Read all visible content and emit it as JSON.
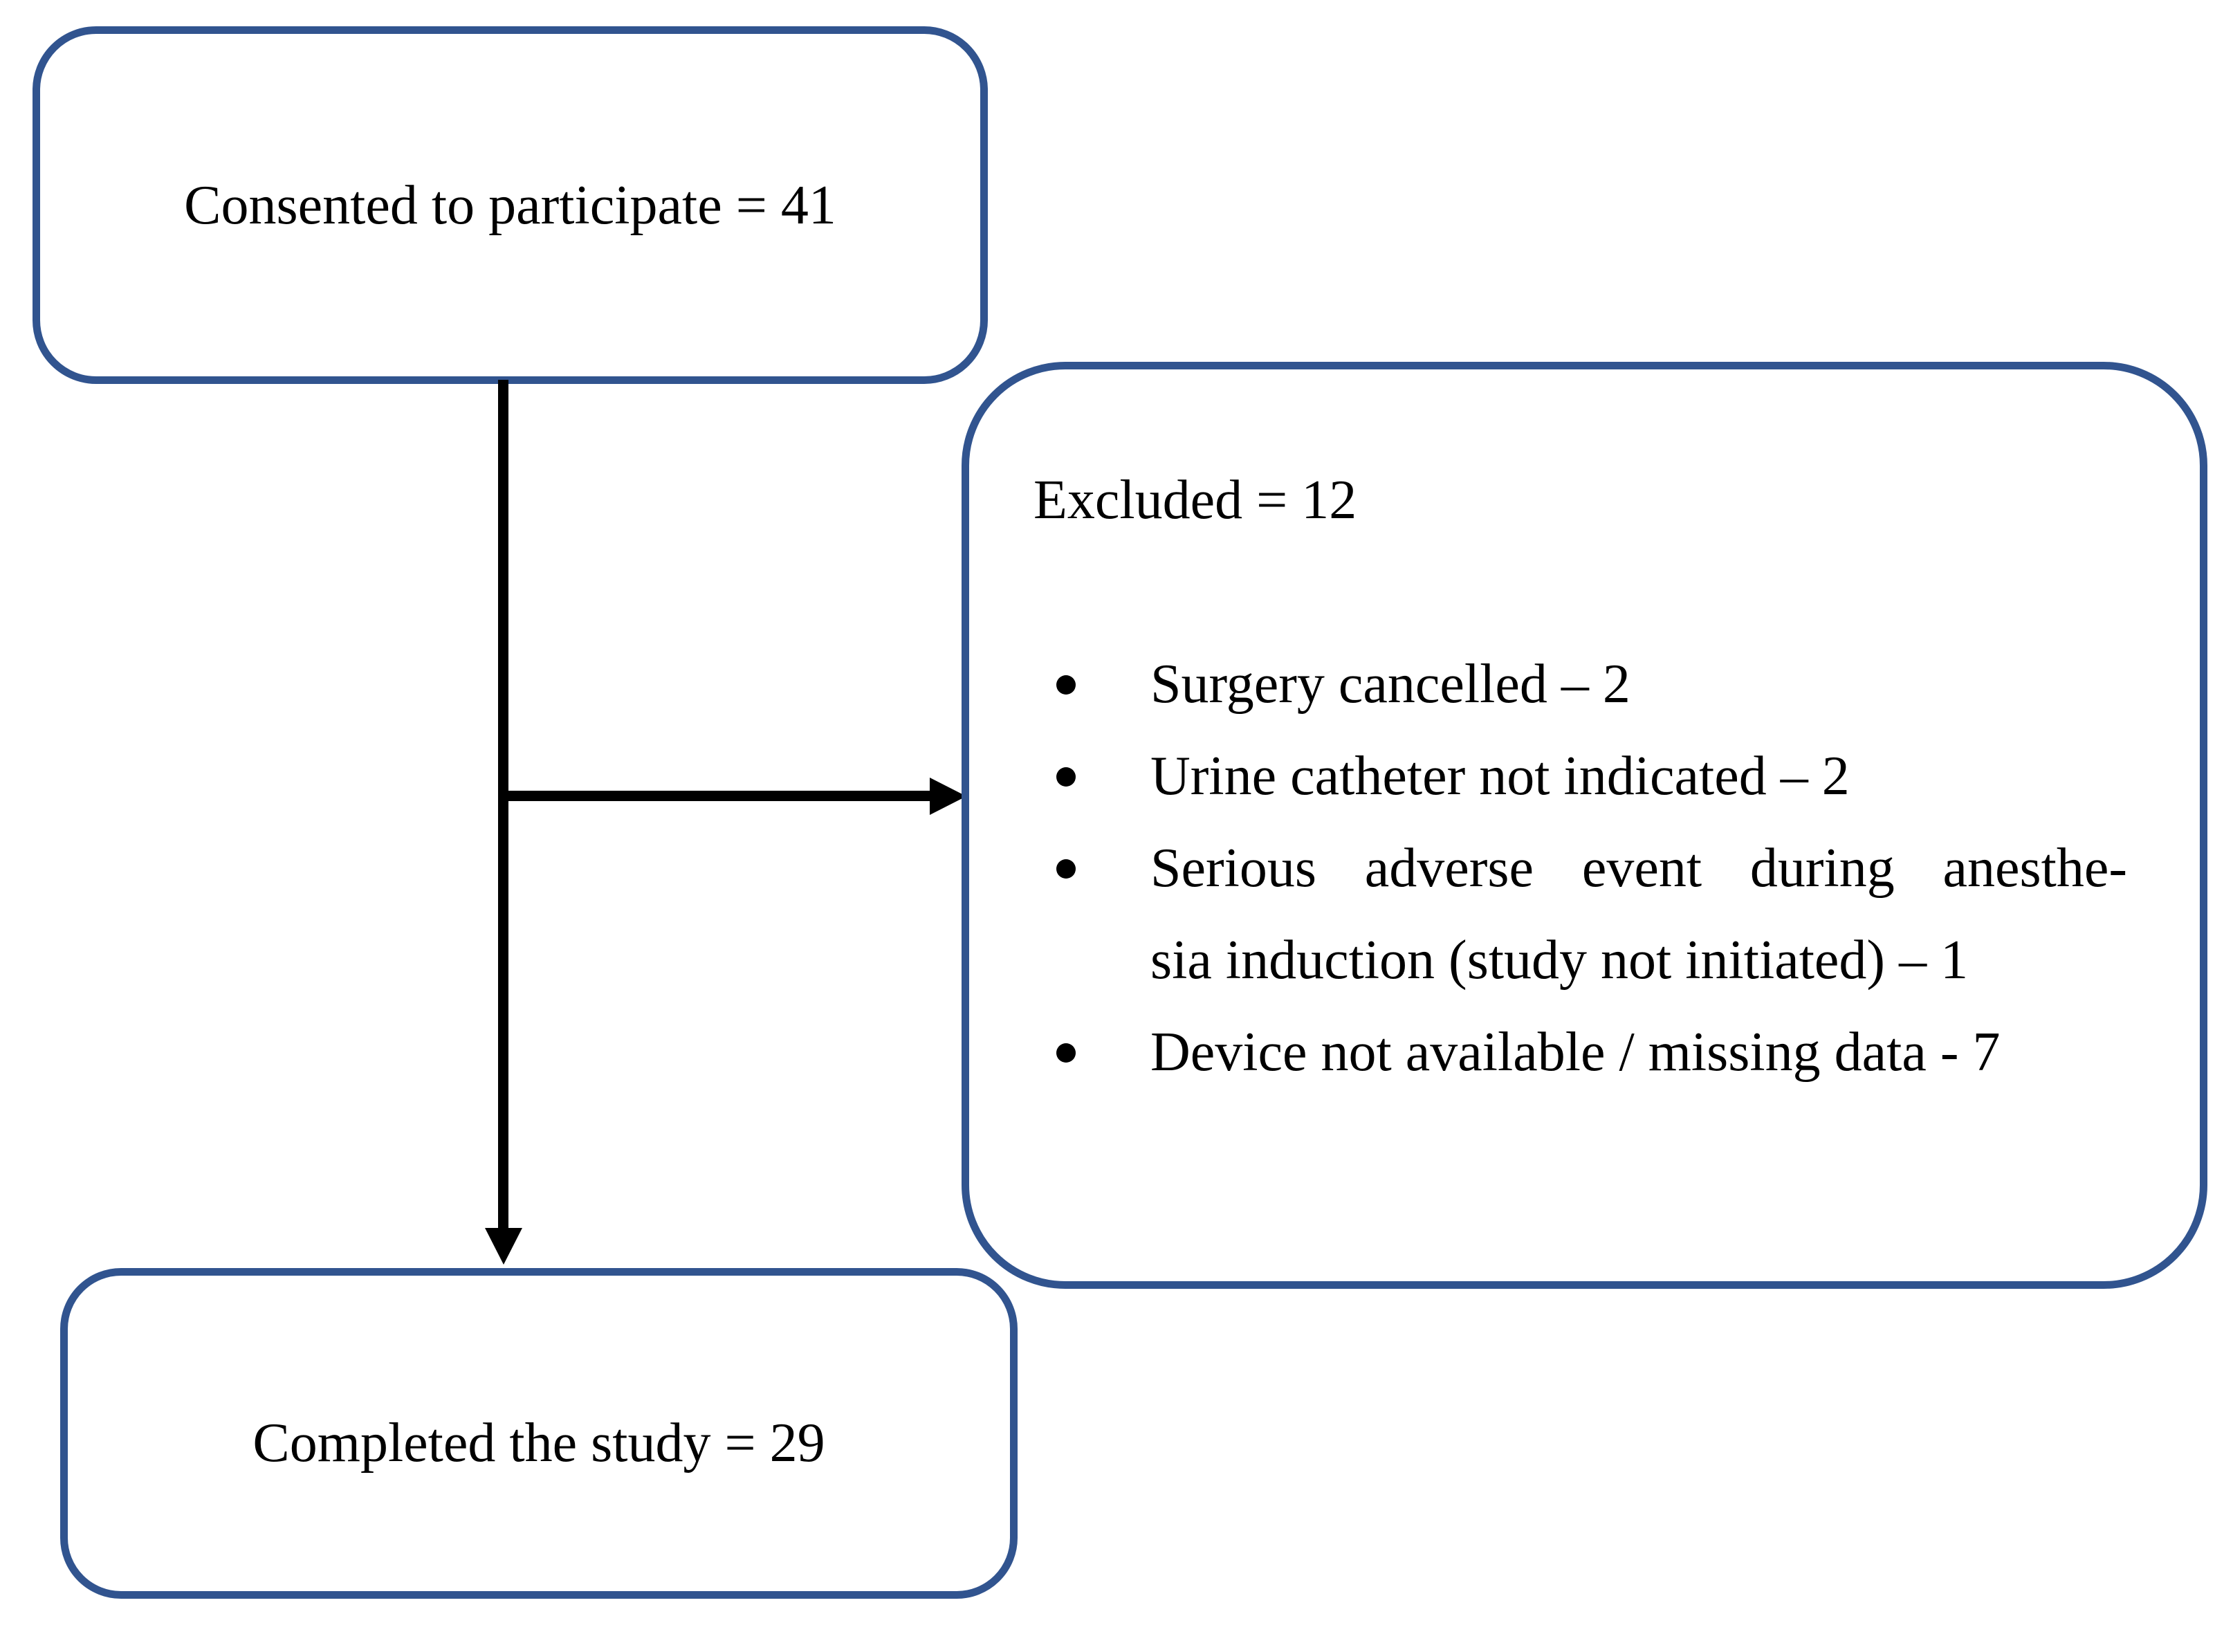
{
  "figure": {
    "type": "study-flow-diagram",
    "background_color": "#ffffff",
    "box_border_color": "#31548F",
    "arrow_color": "#000000",
    "text_color": "#000000"
  },
  "boxes": {
    "consented": {
      "text": "Consented to participate = 41"
    },
    "excluded": {
      "title": "Excluded = 12",
      "items": [
        {
          "lines": [
            "Surgery cancelled – 2"
          ]
        },
        {
          "lines": [
            "Urine catheter not indicated – 2"
          ]
        },
        {
          "lines": [
            "Serious adverse event during anesthe-",
            "sia induction (study not initiated) – 1"
          ]
        },
        {
          "lines": [
            "Device not available / missing data - 7"
          ]
        }
      ]
    },
    "completed": {
      "text": "Completed the study = 29"
    }
  }
}
